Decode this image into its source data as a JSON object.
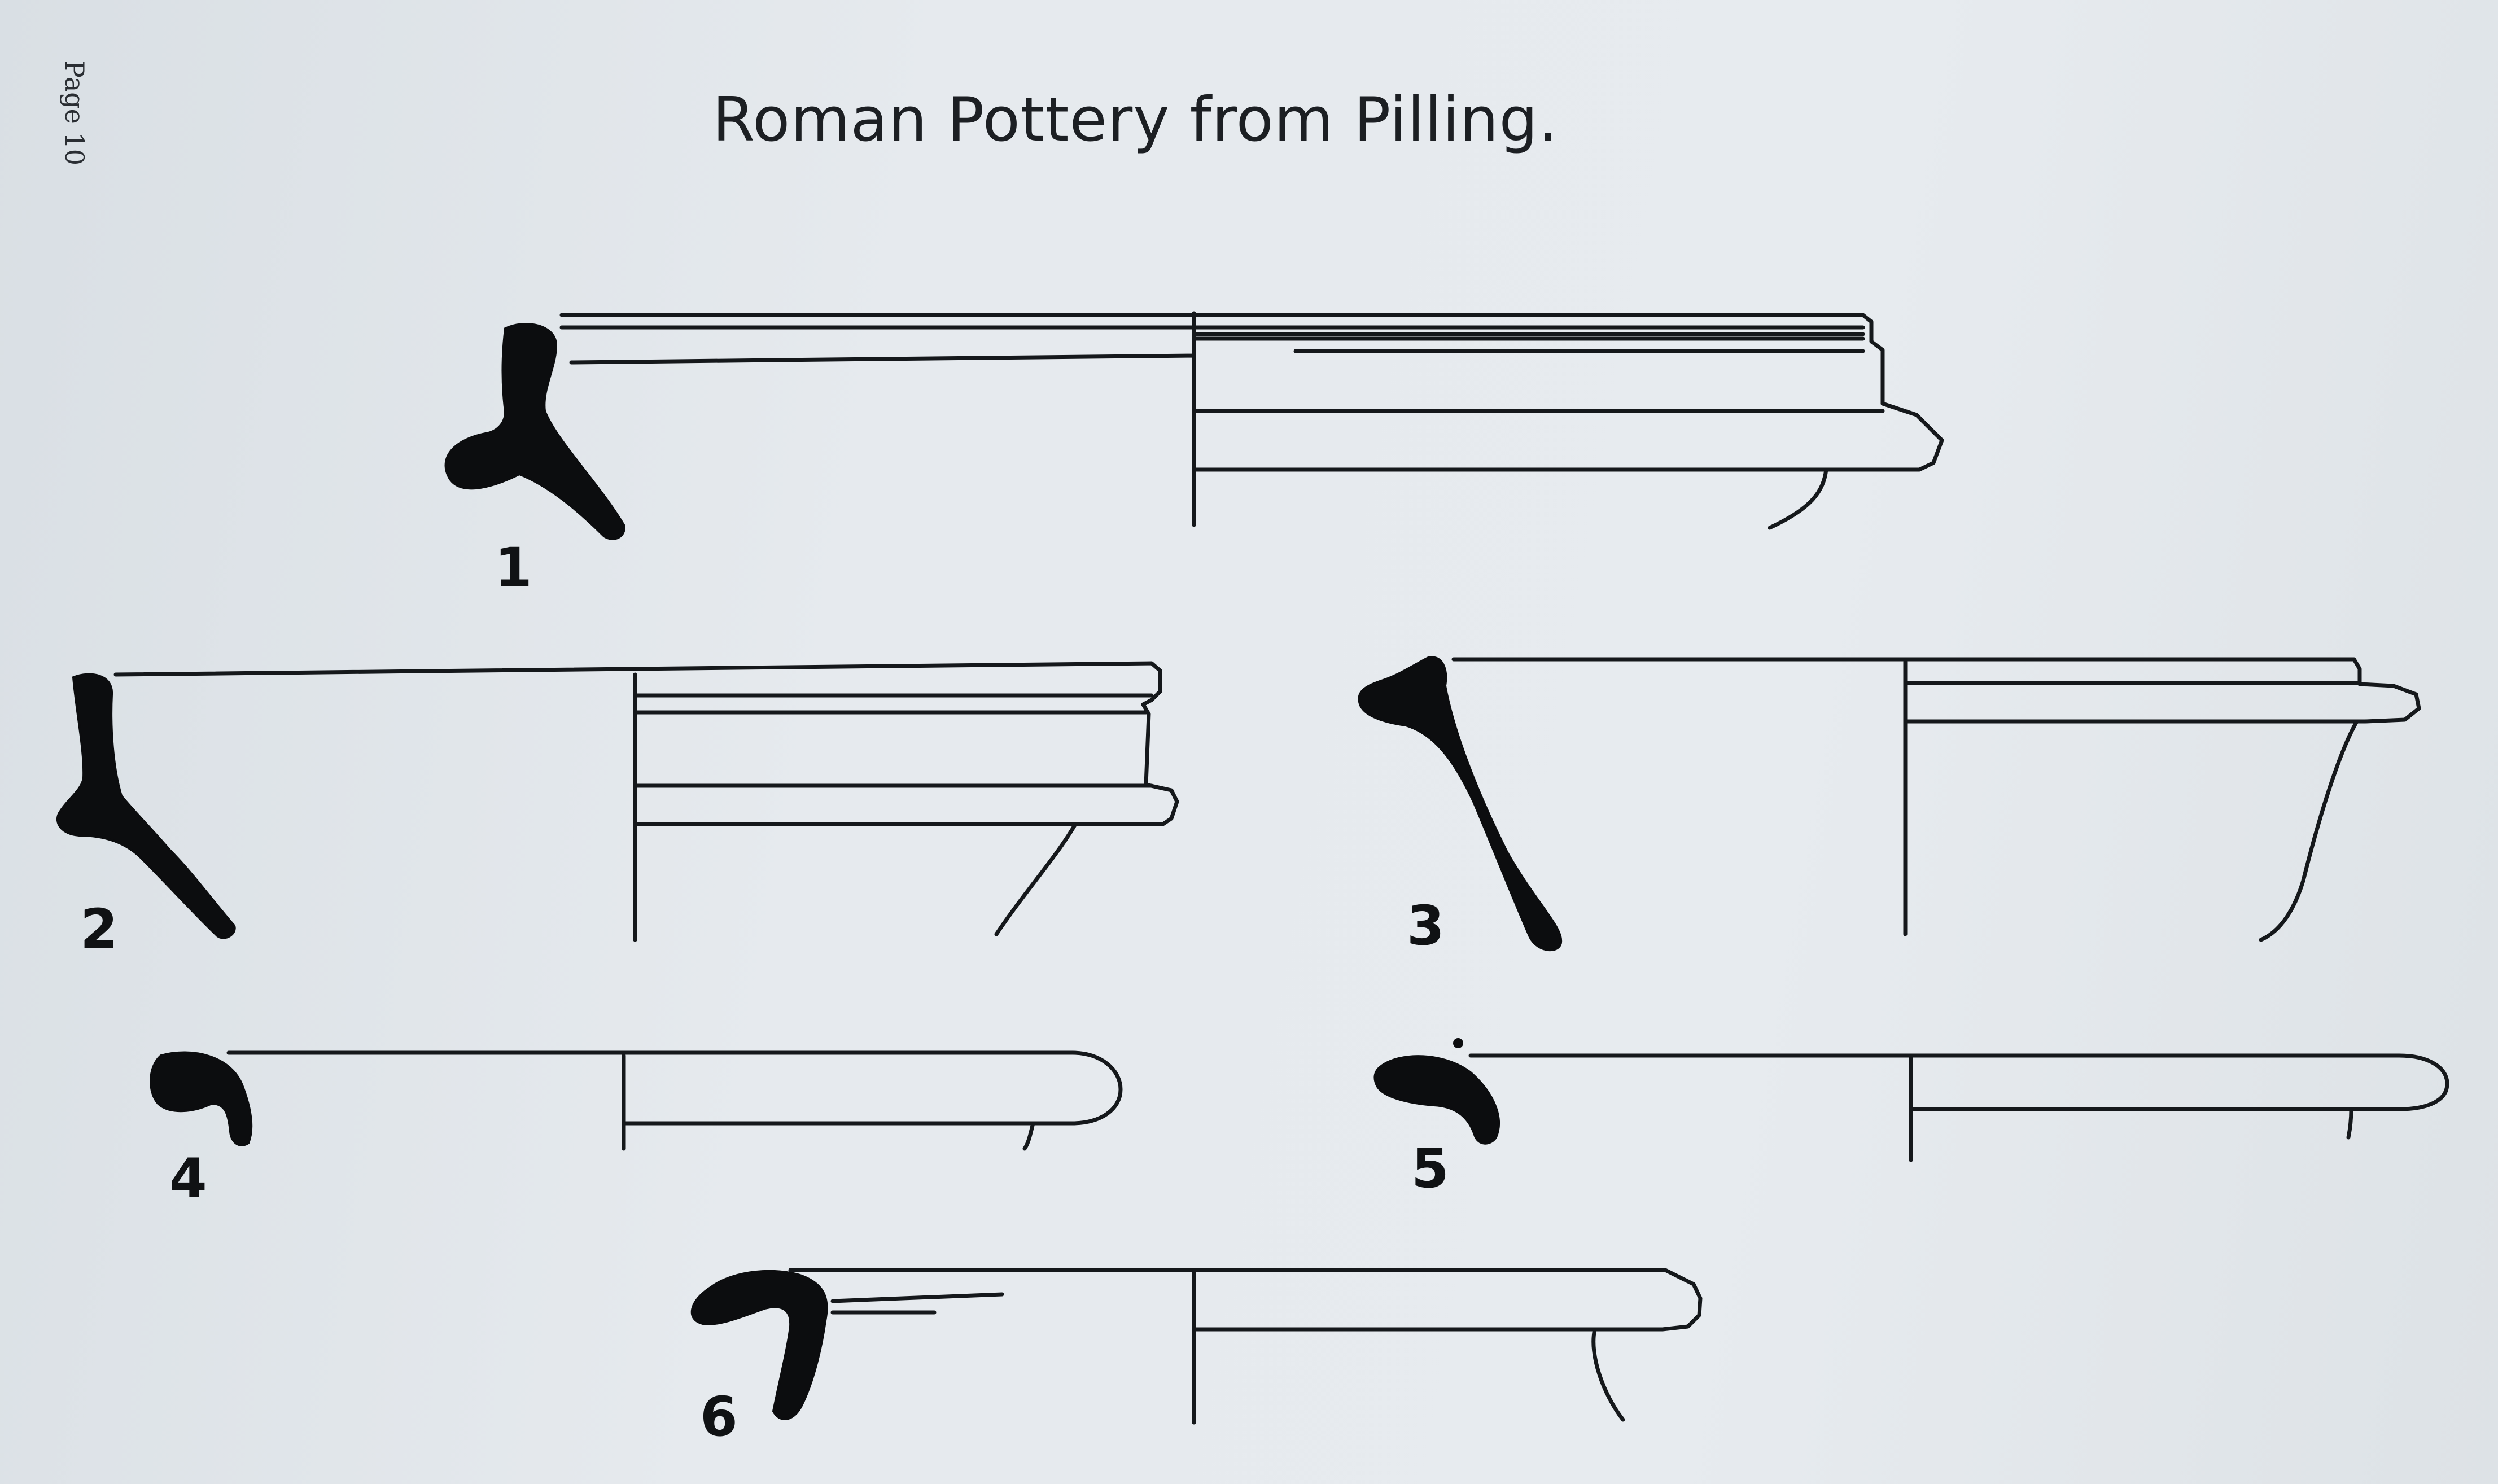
{
  "page_number": "Page 10",
  "title": "Roman Pottery from Pilling.",
  "figures": [
    {
      "label": "1"
    },
    {
      "label": "2"
    },
    {
      "label": "3"
    },
    {
      "label": "4"
    },
    {
      "label": "5"
    },
    {
      "label": "6"
    }
  ],
  "colors": {
    "paper": "#e3e8ec",
    "ink": "#15181b"
  }
}
